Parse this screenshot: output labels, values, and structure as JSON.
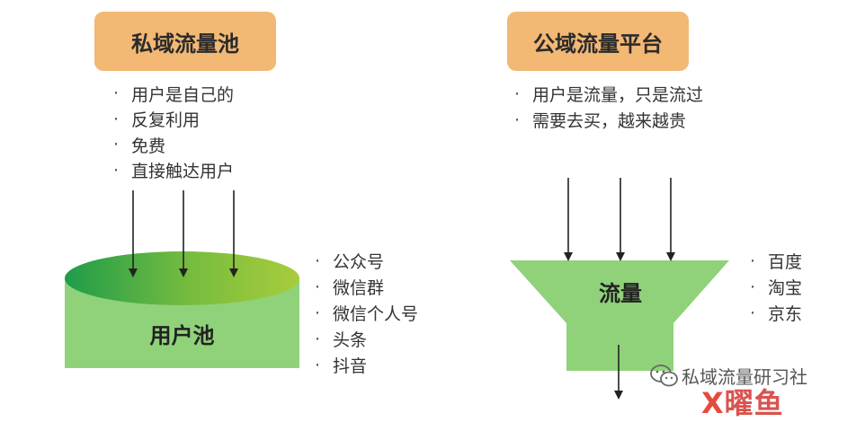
{
  "private": {
    "title": "私域流量池",
    "bullet_mark": "·",
    "bullets": [
      "用户是自己的",
      "反复利用",
      "免费",
      "直接触达用户"
    ],
    "container_label": "用户池",
    "channels": [
      "公众号",
      "微信群",
      "微信个人号",
      "头条",
      "抖音"
    ]
  },
  "public": {
    "title": "公域流量平台",
    "bullet_mark": "·",
    "bullets": [
      "用户是流量，只是流过",
      "需要去买，越来越贵"
    ],
    "container_label": "流量",
    "channels": [
      "百度",
      "淘宝",
      "京东"
    ]
  },
  "watermark": {
    "text": "私域流量研习社",
    "logo_char_1": "X",
    "logo_text": "曜鱼"
  },
  "colors": {
    "title_box": "#f3b874",
    "cylinder_body": "#8fd27a",
    "cylinder_top_dark": "#1f9c4a",
    "cylinder_top_light": "#a8cc3c",
    "funnel": "#8fd27a",
    "arrow": "#222222"
  }
}
